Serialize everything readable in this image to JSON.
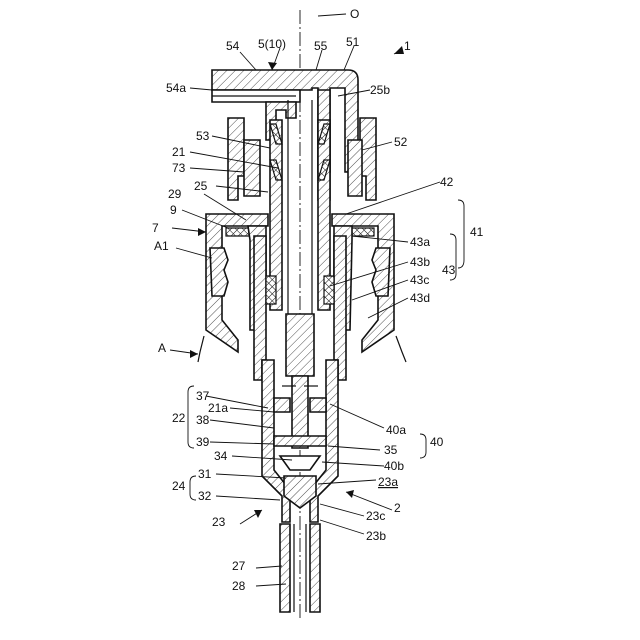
{
  "figure": {
    "axis_label": "O",
    "labels": {
      "n1": "1",
      "n2": "2",
      "n5": "5(10)",
      "n7": "7",
      "n9": "9",
      "n21": "21",
      "n21a": "21a",
      "n22": "22",
      "n23": "23",
      "n23a": "23a",
      "n23b": "23b",
      "n23c": "23c",
      "n24": "24",
      "n25": "25",
      "n25b": "25b",
      "n27": "27",
      "n28": "28",
      "n29": "29",
      "n31": "31",
      "n32": "32",
      "n34": "34",
      "n35": "35",
      "n37": "37",
      "n38": "38",
      "n39": "39",
      "n40": "40",
      "n40a": "40a",
      "n40b": "40b",
      "n41": "41",
      "n42": "42",
      "n43": "43",
      "n43a": "43a",
      "n43b": "43b",
      "n43c": "43c",
      "n43d": "43d",
      "n51": "51",
      "n52": "52",
      "n53": "53",
      "n54": "54",
      "n54a": "54a",
      "n55": "55",
      "n73": "73",
      "nA": "A",
      "nA1": "A1"
    }
  }
}
